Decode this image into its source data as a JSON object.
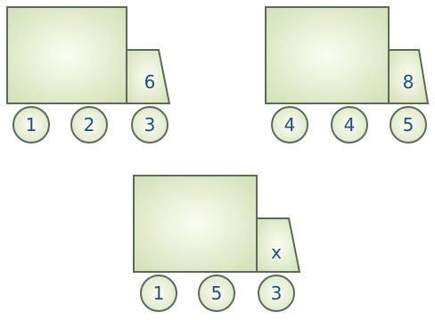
{
  "trucks": [
    {
      "cab": "6",
      "wheels": [
        "1",
        "2",
        "3"
      ]
    },
    {
      "cab": "8",
      "wheels": [
        "4",
        "4",
        "5"
      ]
    },
    {
      "cab": "x",
      "wheels": [
        "1",
        "5",
        "3"
      ]
    }
  ],
  "colors": {
    "outline": "#5a6b58",
    "text": "#1b4f85",
    "fill_center": "#fbfdf2",
    "fill_edge": "#d5e2b9"
  }
}
